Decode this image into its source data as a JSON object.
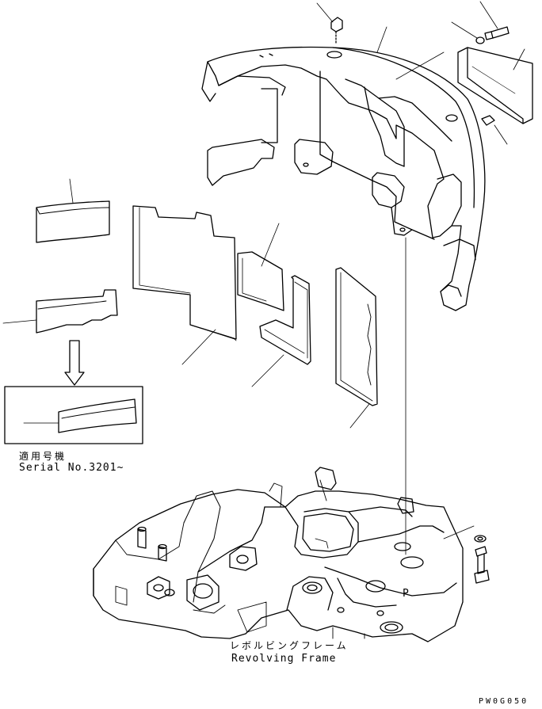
{
  "inset": {
    "note_jp": "適用号機",
    "note_en": "Serial No.3201~"
  },
  "frame": {
    "label_jp": "レボルビングフレーム",
    "label_en": "Revolving Frame",
    "marker": "P"
  },
  "drawing_code": "PW0G050",
  "colors": {
    "line": "#000000",
    "paper": "#ffffff"
  }
}
